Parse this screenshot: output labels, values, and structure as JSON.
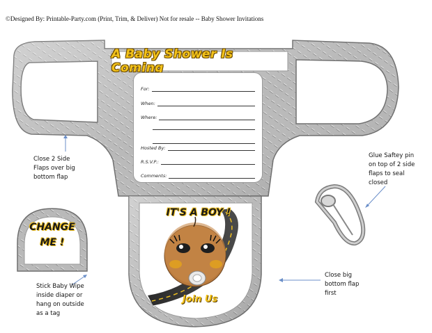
{
  "header": {
    "credit": "©Designed By: Printable-Party.com    (Print, Trim, & Deliver) Not for resale -- Baby Shower Invitations"
  },
  "title": "A Baby Shower Is Coming",
  "form": {
    "for_label": "For:",
    "when_label": "When:",
    "where_label": "Where:",
    "hosted_label": "Hosted By:",
    "rsvp_label": "R.S.V.P.:",
    "comments_label": "Comments:"
  },
  "tag": {
    "line1": "CHANGE",
    "line2": "ME !"
  },
  "bottom_flap": {
    "headline": "IT'S A BOY !",
    "footer": "Join Us"
  },
  "notes": {
    "side_flaps": [
      "Close 2 Side",
      "Flaps over big",
      "bottom flap"
    ],
    "glue_pin": [
      "Glue Saftey pin",
      "on top of  2 side",
      "flaps to seal",
      "closed"
    ],
    "wipe": [
      "Stick Baby Wipe",
      "inside diaper or",
      "hang on outside",
      "as a tag"
    ],
    "bottom_flap": [
      "Close big",
      "bottom flap",
      "first"
    ]
  },
  "colors": {
    "metal": "#b9b9b9",
    "metal_dark": "#6f6f6f",
    "banner_gold": "#f3c21a",
    "arrow_blue": "#6b8fc9"
  }
}
